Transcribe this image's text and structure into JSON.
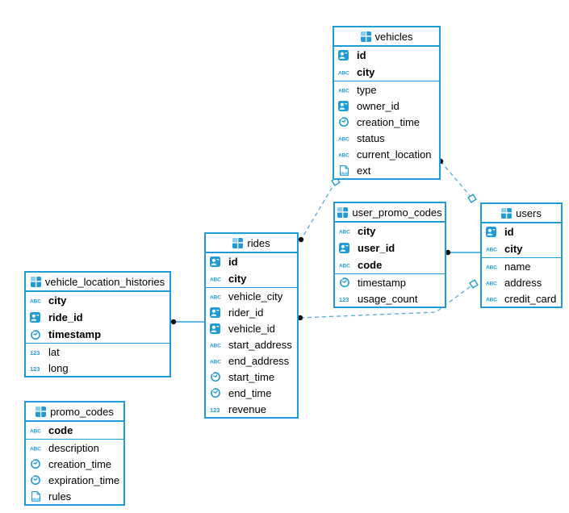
{
  "diagram": {
    "colors": {
      "accent": "#1f9bd7",
      "relation_dash": "#5fb2de",
      "relation_solid": "#2a9fd9",
      "endpoint_dot": "#111111",
      "background": "#ffffff"
    },
    "tables": [
      {
        "name": "vehicles",
        "key_fields": [
          {
            "name": "id",
            "type": "uuid"
          },
          {
            "name": "city",
            "type": "text"
          }
        ],
        "fields": [
          {
            "name": "type",
            "type": "text"
          },
          {
            "name": "owner_id",
            "type": "uuid"
          },
          {
            "name": "creation_time",
            "type": "timestamp"
          },
          {
            "name": "status",
            "type": "text"
          },
          {
            "name": "current_location",
            "type": "text"
          },
          {
            "name": "ext",
            "type": "json"
          }
        ]
      },
      {
        "name": "user_promo_codes",
        "key_fields": [
          {
            "name": "city",
            "type": "text"
          },
          {
            "name": "user_id",
            "type": "uuid"
          },
          {
            "name": "code",
            "type": "text"
          }
        ],
        "fields": [
          {
            "name": "timestamp",
            "type": "timestamp"
          },
          {
            "name": "usage_count",
            "type": "number"
          }
        ]
      },
      {
        "name": "users",
        "key_fields": [
          {
            "name": "id",
            "type": "uuid"
          },
          {
            "name": "city",
            "type": "text"
          }
        ],
        "fields": [
          {
            "name": "name",
            "type": "text"
          },
          {
            "name": "address",
            "type": "text"
          },
          {
            "name": "credit_card",
            "type": "text"
          }
        ]
      },
      {
        "name": "rides",
        "key_fields": [
          {
            "name": "id",
            "type": "uuid"
          },
          {
            "name": "city",
            "type": "text"
          }
        ],
        "fields": [
          {
            "name": "vehicle_city",
            "type": "text"
          },
          {
            "name": "rider_id",
            "type": "uuid"
          },
          {
            "name": "vehicle_id",
            "type": "uuid"
          },
          {
            "name": "start_address",
            "type": "text"
          },
          {
            "name": "end_address",
            "type": "text"
          },
          {
            "name": "start_time",
            "type": "timestamp"
          },
          {
            "name": "end_time",
            "type": "timestamp"
          },
          {
            "name": "revenue",
            "type": "number"
          }
        ]
      },
      {
        "name": "vehicle_location_histories",
        "key_fields": [
          {
            "name": "city",
            "type": "text"
          },
          {
            "name": "ride_id",
            "type": "uuid"
          },
          {
            "name": "timestamp",
            "type": "timestamp"
          }
        ],
        "fields": [
          {
            "name": "lat",
            "type": "number"
          },
          {
            "name": "long",
            "type": "number"
          }
        ]
      },
      {
        "name": "promo_codes",
        "key_fields": [
          {
            "name": "code",
            "type": "text"
          }
        ],
        "fields": [
          {
            "name": "description",
            "type": "text"
          },
          {
            "name": "creation_time",
            "type": "timestamp"
          },
          {
            "name": "expiration_time",
            "type": "timestamp"
          },
          {
            "name": "rules",
            "type": "json"
          }
        ]
      }
    ],
    "relations": [
      {
        "from": "vehicles",
        "to": "users",
        "from_marker": "dot",
        "to_marker": "diamond",
        "style": "dashed"
      },
      {
        "from": "rides",
        "to": "vehicles",
        "from_marker": "dot",
        "to_marker": "diamond",
        "style": "dashed"
      },
      {
        "from": "rides",
        "to": "users",
        "from_marker": "dot",
        "to_marker": "diamond",
        "style": "dashed"
      },
      {
        "from": "user_promo_codes",
        "to": "users",
        "from_marker": "dot",
        "to_marker": "none",
        "style": "solid"
      },
      {
        "from": "vehicle_location_histories",
        "to": "rides",
        "from_marker": "dot",
        "to_marker": "none",
        "style": "solid"
      }
    ],
    "type_icons": {
      "table": "table-grid-icon",
      "uuid": "user-id-type-icon",
      "text": "text-type-icon",
      "timestamp": "timestamp-type-icon",
      "number": "number-type-icon",
      "json": "json-type-icon"
    }
  }
}
